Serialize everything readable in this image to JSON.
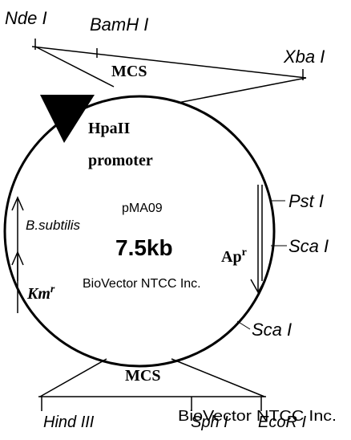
{
  "plasmid": {
    "name": "pMA09",
    "size": "7.5kb"
  },
  "watermark": "BioVector NTCC Inc.",
  "footer_watermark": "BioVector NTCC Inc.",
  "promoter": {
    "line1": "HpaII",
    "line2": "promoter"
  },
  "top_mcs": {
    "label": "MCS",
    "sites": [
      "Nde I",
      "BamH I",
      "Xba I"
    ]
  },
  "bottom_mcs": {
    "label": "MCS",
    "sites": [
      "Hind III",
      "Sph I",
      "EcoR I"
    ]
  },
  "right_sites": [
    "Pst I",
    "Sca I",
    "Sca I"
  ],
  "genes": {
    "bsubtilis": "B.subtilis",
    "kmr_base": "Km",
    "kmr_sup": "r",
    "apr_base": "Ap",
    "apr_sup": "r"
  },
  "colors": {
    "ink": "#000000",
    "background": "#ffffff"
  }
}
